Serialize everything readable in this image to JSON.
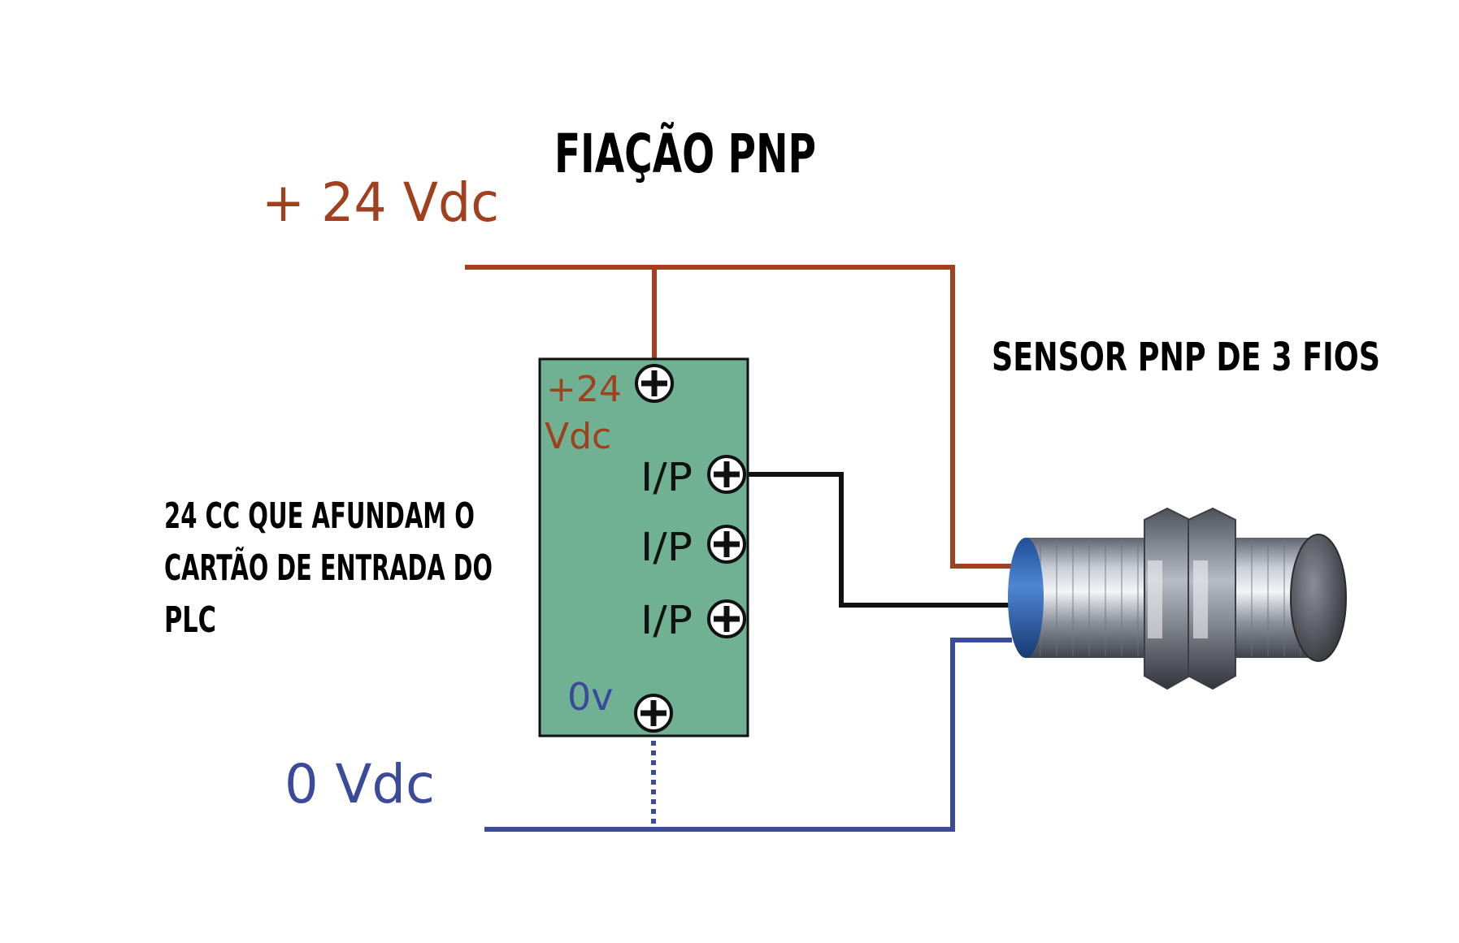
{
  "title": "FIAÇÃO PNP",
  "supply_positive_label": "+ 24 Vdc",
  "supply_negative_label": "0 Vdc",
  "sensor_label": "SENSOR PNP DE 3 FIOS",
  "card_description": [
    "24 CC QUE AFUNDAM O",
    "CARTÃO DE ENTRADA DO",
    "PLC"
  ],
  "card": {
    "positive_terminal": [
      "+24",
      "Vdc"
    ],
    "input_terminals": [
      "I/P",
      "I/P",
      "I/P"
    ],
    "negative_terminal": "0v"
  },
  "colors": {
    "positive": "#a0401e",
    "negative": "#3b4a9a",
    "signal": "#111111",
    "card_fill": "#70b093",
    "text": "#000000"
  }
}
